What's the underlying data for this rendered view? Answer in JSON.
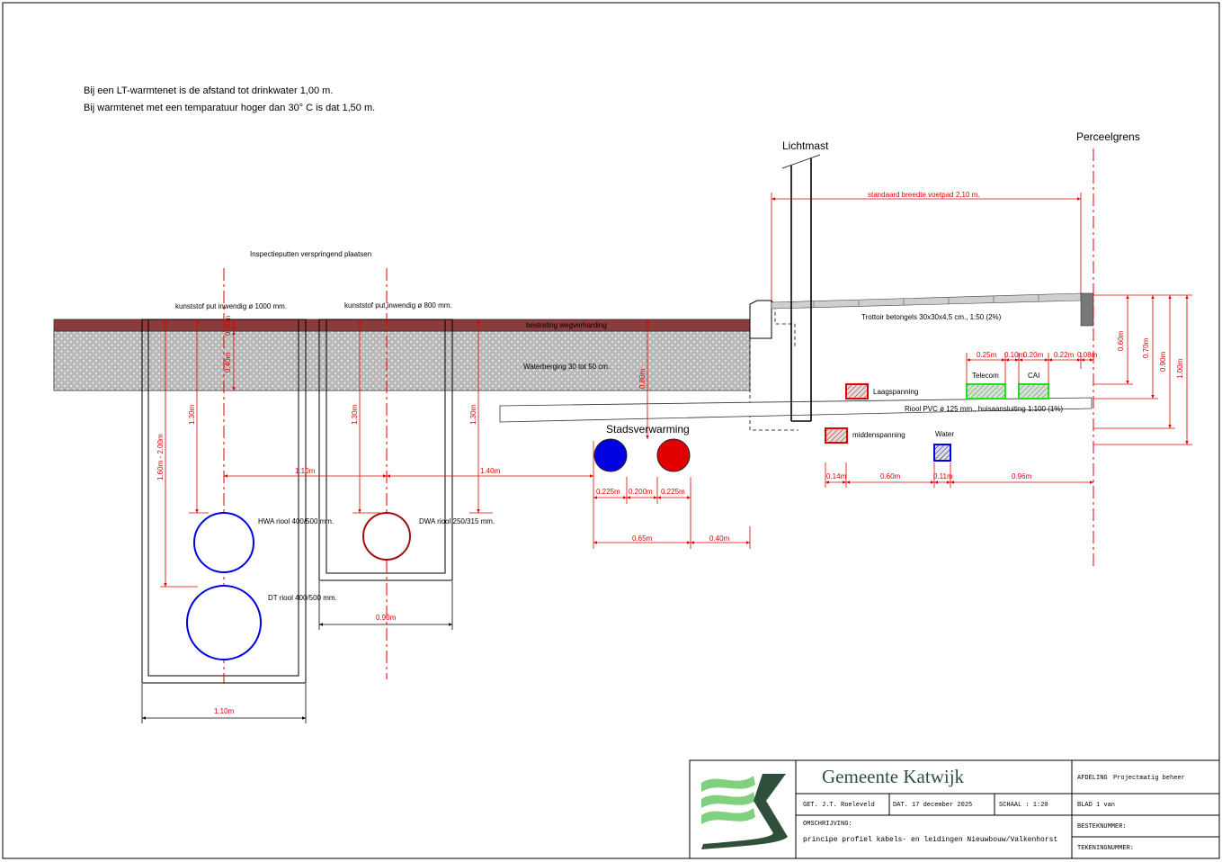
{
  "notes": {
    "line1": "Bij een LT-warmtenet is de afstand tot drinkwater 1,00 m.",
    "line2": "Bij warmtenet met een temparatuur hoger dan 30° C is dat 1,50 m."
  },
  "labels": {
    "lichtmast": "Lichtmast",
    "perceelgrens": "Perceelgrens",
    "voetpad": "standaard breedte voetpad 2,10 m.",
    "inspectieputten": "Inspectieputten verspringend plaatsen",
    "put1000": "kunststof put inwendig ø 1000 mm.",
    "put800": "kunststof put inwendig ø 800 mm.",
    "bestrating": "bestrating wegverharding",
    "waterberging": "Waterberging 30 tot 50 cm.",
    "trottoir": "Trottoir betongels 30x30x4,5 cm., 1:50 (2%)",
    "riool_pvc": "Riool PVC ø 125 mm., huisaansluiting 1:100 (1%)",
    "stadsverwarming": "Stadsverwarming",
    "laagspanning": "Laagspanning",
    "middenspanning": "middenspanning",
    "water": "Water",
    "telecom": "Telecom",
    "cai": "CAI",
    "hwa": "HWA riool 400/500 mm.",
    "dwa": "DWA riool 250/315 mm.",
    "dt": "DT riool 400/500 mm."
  },
  "dims": {
    "d_030": "0.30m",
    "d_040": "0.40m",
    "d_130a": "1.30m",
    "d_130b": "1.30m",
    "d_130c": "1.30m",
    "d_160_200": "1.60m - 2.00m",
    "d_110_mid": "1.10m",
    "d_140": "1.40m",
    "d_080": "0.80m",
    "d_0225a": "0.225m",
    "d_0200": "0.200m",
    "d_0225b": "0.225m",
    "d_065": "0.65m",
    "d_040b": "0.40m",
    "d_090": "0.90m",
    "d_110_bot": "1.10m",
    "d_025": "0.25m",
    "d_010": "0.10m",
    "d_020": "0.20m",
    "d_022": "0.22m",
    "d_008": "0.08m",
    "d_014": "0.14m",
    "d_060": "0.60m",
    "d_011": "0.11m",
    "d_096": "0.96m",
    "d_v060": "0.60m",
    "d_v070": "0.70m",
    "d_v090": "0.90m",
    "d_v100": "1.00m"
  },
  "titleblock": {
    "brand": "Gemeente  Katwijk",
    "afdeling_label": "AFDELING",
    "afdeling_value": "Projectmatig beheer",
    "get": "GET.  J.T. Roeleveld",
    "dat": "DAT.     17 december 2025",
    "schaal": "SCHAAL :  1:20",
    "blad": "BLAD 1 van",
    "omschrijving_label": "OMSCHRIJVING:",
    "omschrijving": "principe profiel kabels- en leidingen Nieuwbouw/Valkenhorst",
    "bestek": "BESTEKNUMMER:",
    "tekening": "TEKENINGNUMMER:"
  },
  "colors": {
    "dimension": "#e00000",
    "pavement": "#8b3b3b",
    "stadsverwarming_supply": "#e00000",
    "stadsverwarming_return": "#0000e0",
    "hwa_dt_pipe": "#0000e0",
    "dwa_pipe": "#a01010",
    "telecom_cai": "#22dd22",
    "laag_midden": "#e00000",
    "water": "#0000e0",
    "brand_green": "#2f4f3c"
  }
}
